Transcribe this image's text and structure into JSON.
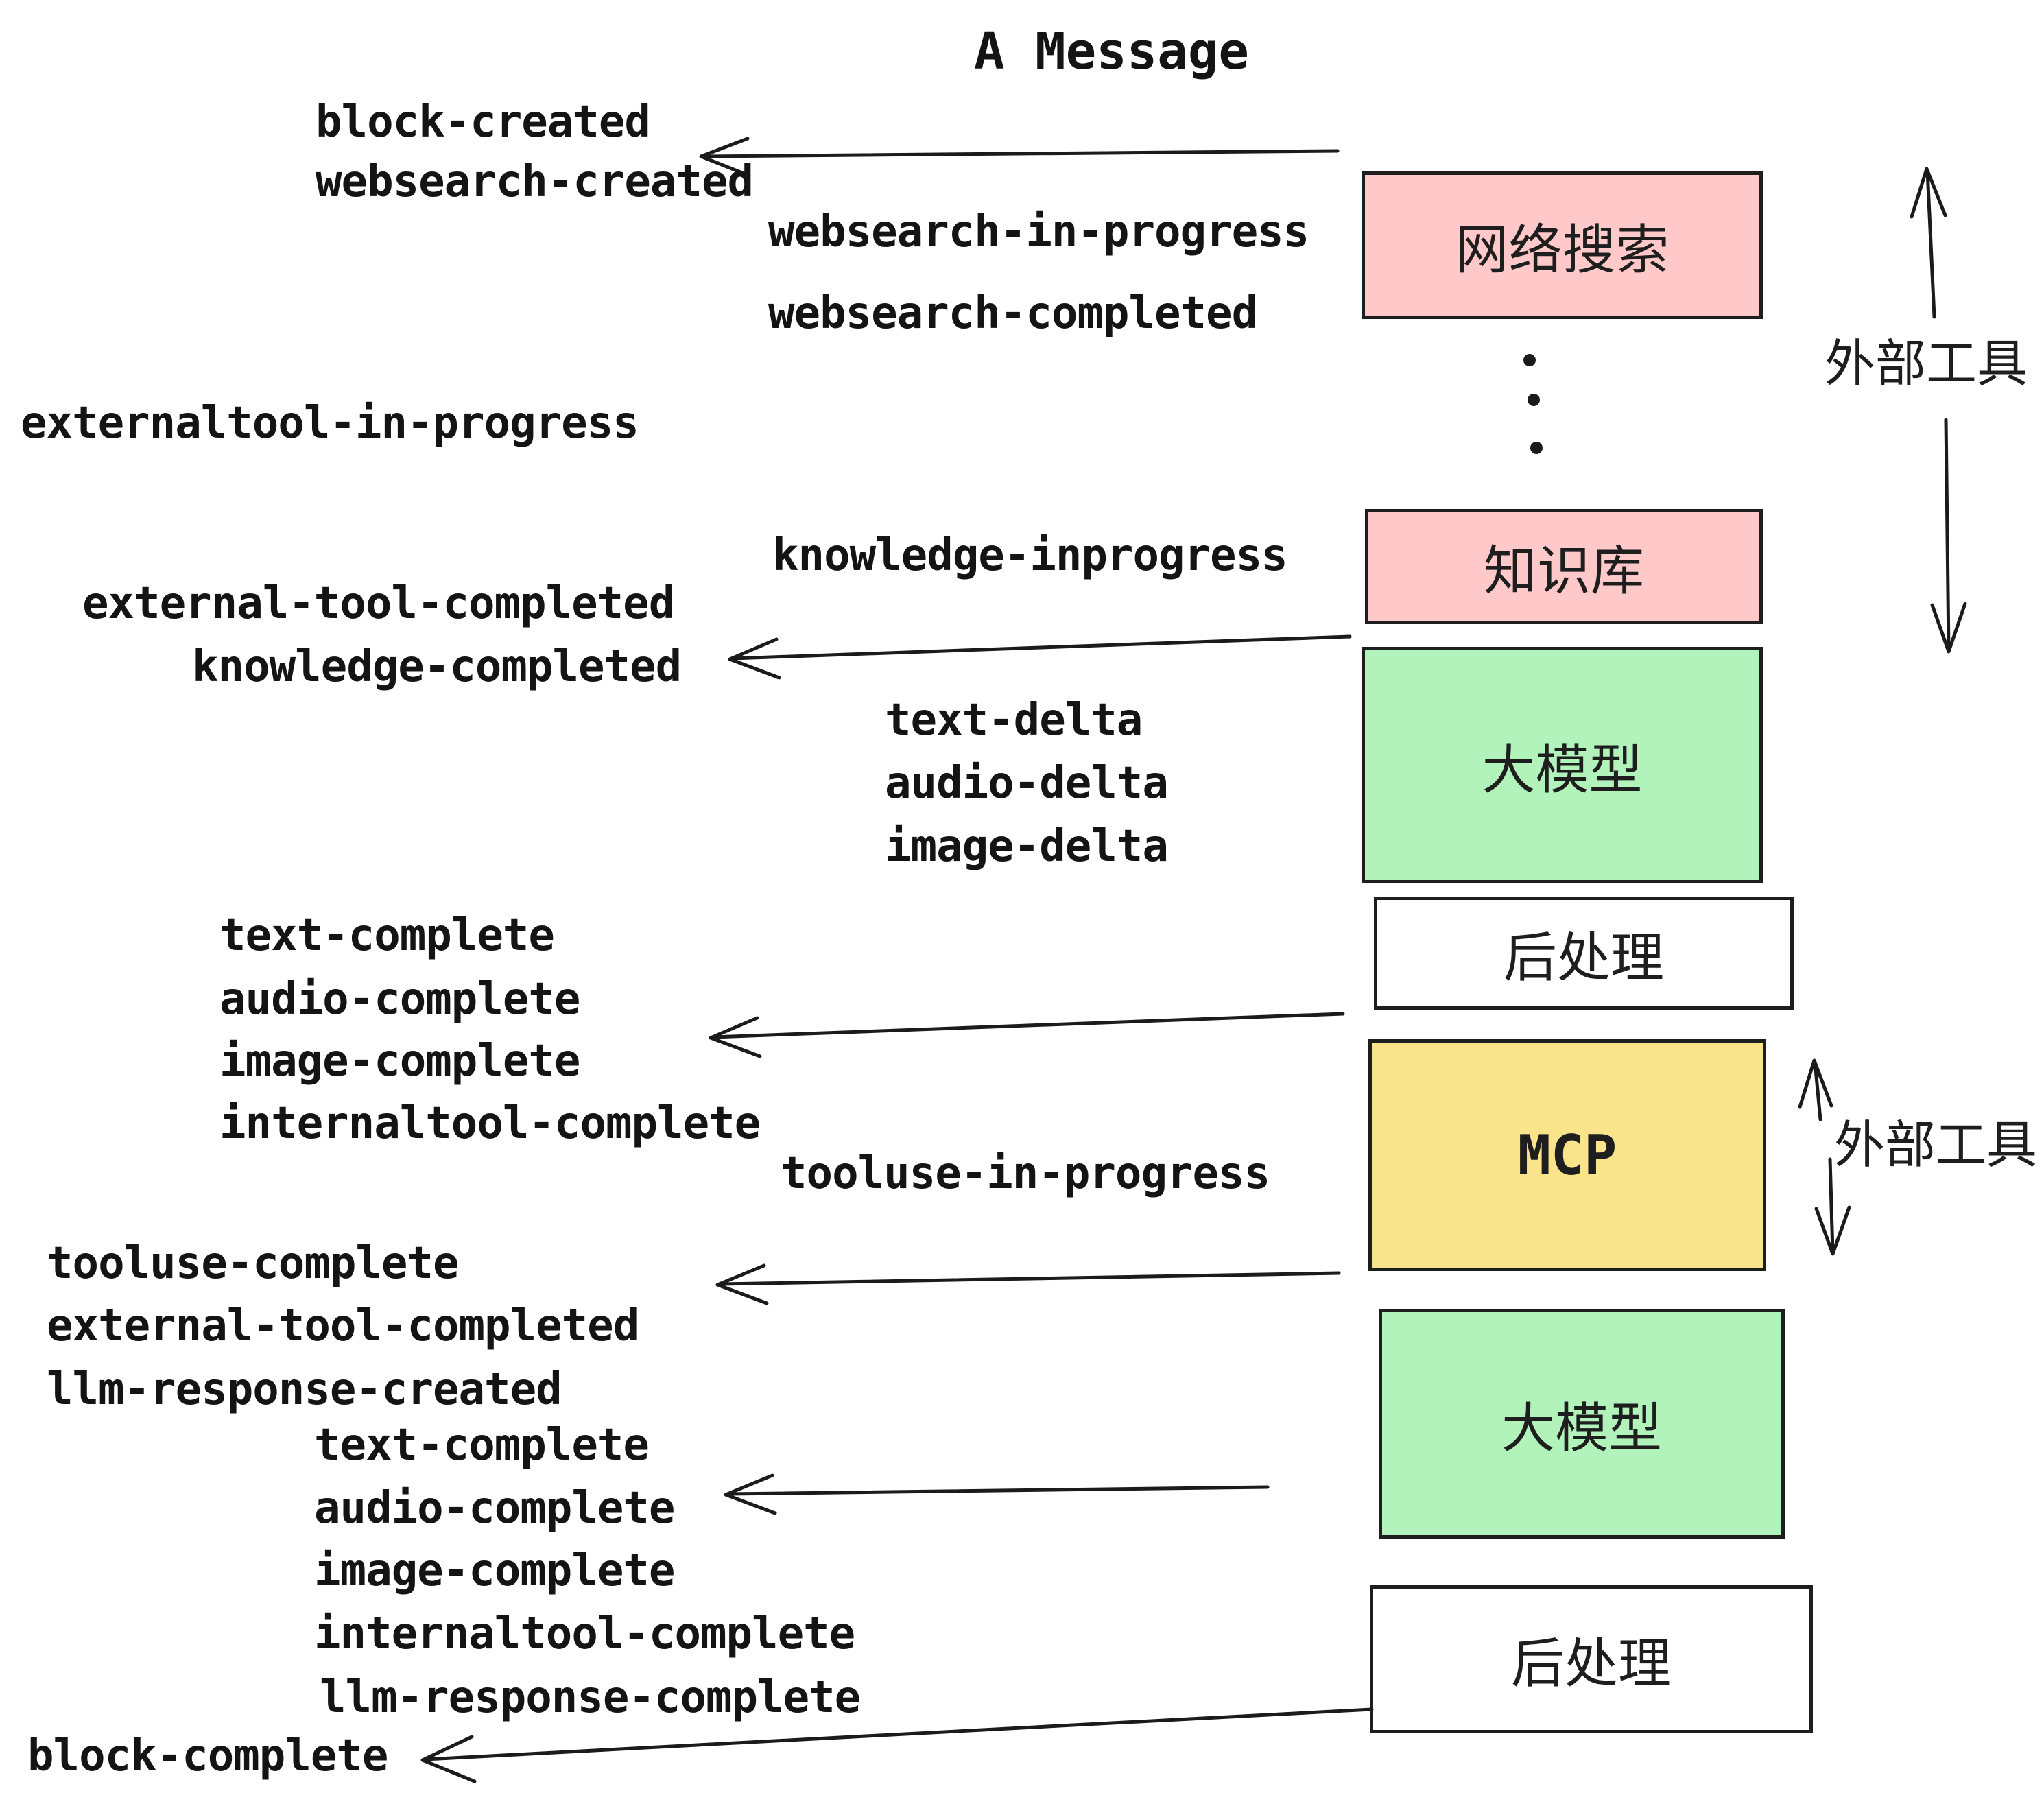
{
  "title": "A Message",
  "boxes": [
    {
      "id": "websearch",
      "label": "网络搜索",
      "fill": "#ffc9c9"
    },
    {
      "id": "knowledge",
      "label": "知识库",
      "fill": "#ffc9c9"
    },
    {
      "id": "llm-1",
      "label": "大模型",
      "fill": "#b2f2bb"
    },
    {
      "id": "post-1",
      "label": "后处理",
      "fill": "#ffffff"
    },
    {
      "id": "mcp",
      "label": "MCP",
      "fill": "#f9e48b"
    },
    {
      "id": "llm-2",
      "label": "大模型",
      "fill": "#b2f2bb"
    },
    {
      "id": "post-2",
      "label": "后处理",
      "fill": "#ffffff"
    }
  ],
  "events": [
    "block-created",
    "websearch-created",
    "websearch-in-progress",
    "websearch-completed",
    "externaltool-in-progress",
    "knowledge-inprogress",
    "external-tool-completed",
    "knowledge-completed",
    "text-delta",
    "audio-delta",
    "image-delta",
    "text-complete",
    "audio-complete",
    "image-complete",
    "internaltool-complete",
    "tooluse-in-progress",
    "tooluse-complete",
    "external-tool-completed",
    "llm-response-created",
    "text-complete",
    "audio-complete",
    "image-complete",
    "internaltool-complete",
    "llm-response-complete",
    "block-complete"
  ],
  "side_labels": {
    "external_tools_top": "外部工具",
    "external_tools_bottom": "外部工具"
  },
  "colors": {
    "pink": "#ffc9c9",
    "green": "#b2f2bb",
    "yellow": "#f9e48b",
    "ink": "#1b1b1b",
    "background": "#ffffff"
  }
}
